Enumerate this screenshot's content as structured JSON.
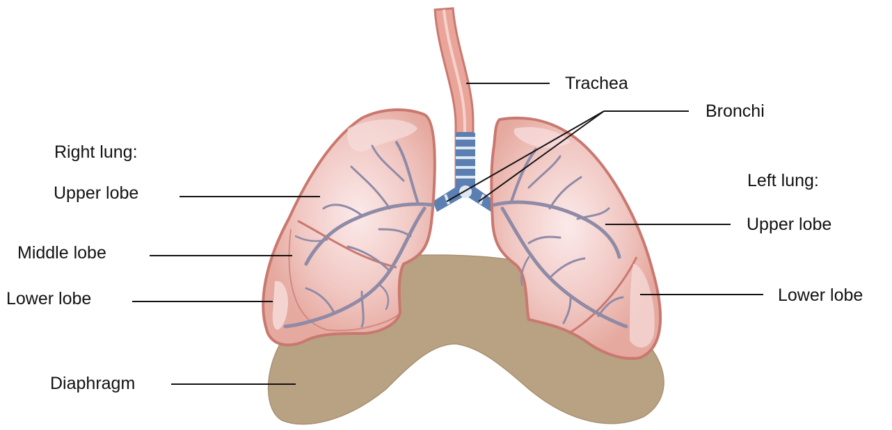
{
  "labels": {
    "trachea": "Trachea",
    "bronchi": "Bronchi",
    "right_lung_heading": "Right lung:",
    "right_upper_lobe": "Upper lobe",
    "right_middle_lobe": "Middle lobe",
    "right_lower_lobe": "Lower lobe",
    "left_lung_heading": "Left lung:",
    "left_upper_lobe": "Upper lobe",
    "left_lower_lobe": "Lower lobe",
    "diaphragm": "Diaphragm"
  },
  "colors": {
    "lung_fill": "#e5a99f",
    "lung_outline": "#c9786f",
    "lung_highlight": "#f7dedd",
    "trachea_fill": "#eaa59a",
    "bronchi_ring_blue": "#5b7fb0",
    "vessels": "#8f8aa6",
    "diaphragm_fill": "#b7a282",
    "diaphragm_line": "#c99a90",
    "label_text": "#111111"
  }
}
